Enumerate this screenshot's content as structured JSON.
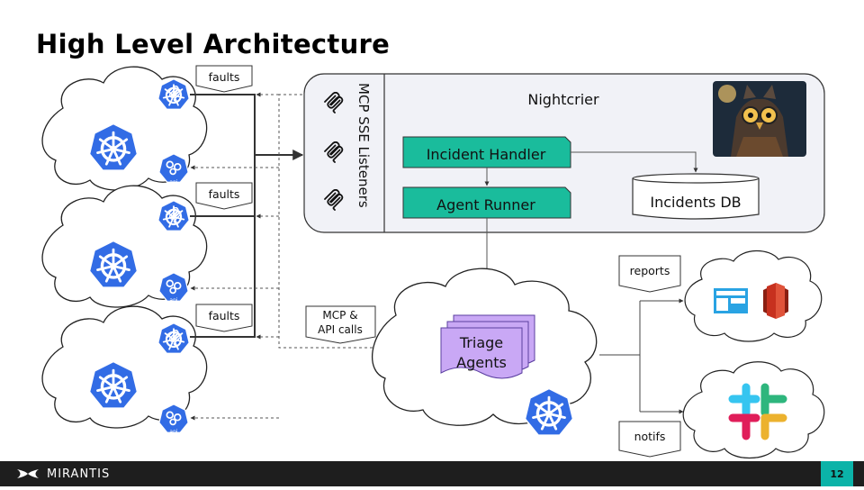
{
  "title": "High Level Architecture",
  "labels": {
    "faults": "faults",
    "mcp_api_line1": "MCP &",
    "mcp_api_line2": "API calls",
    "reports": "reports",
    "notifs": "notifs"
  },
  "nightcrier": {
    "name": "Nightcrier",
    "listeners": "MCP SSE Listeners",
    "incident_handler": "Incident Handler",
    "agent_runner": "Agent Runner",
    "incidents_db": "Incidents DB"
  },
  "triage": {
    "line1": "Triage",
    "line2": "Agents"
  },
  "small_icon_text": "api",
  "footer": {
    "brand": "MIRANTIS",
    "page": "12"
  },
  "colors": {
    "teal": "#1abc9c",
    "purple": "#c9a8f5",
    "k8s_blue": "#326ce5",
    "panel": "#f1f2f7"
  }
}
